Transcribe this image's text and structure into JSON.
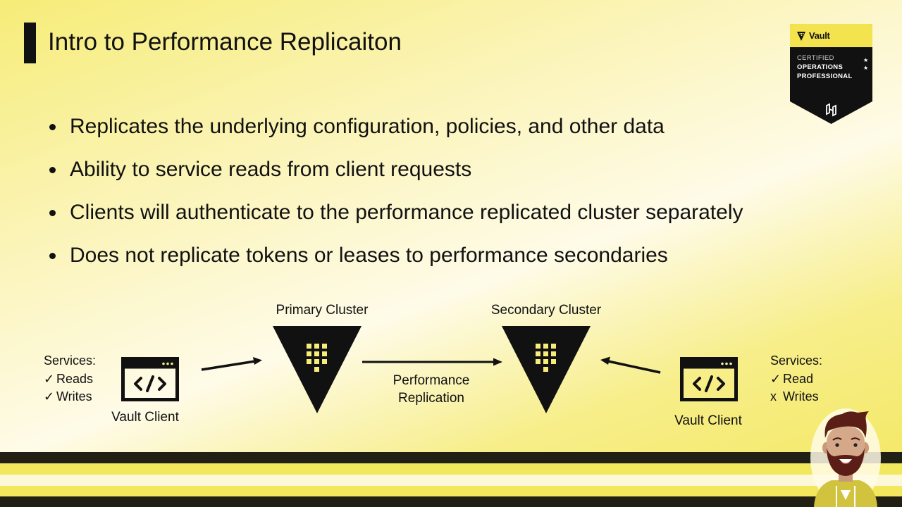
{
  "slide": {
    "title": "Intro to Performance Replicaiton",
    "bullets": [
      "Replicates the underlying configuration, policies, and other data",
      "Ability to service reads from client requests",
      "Clients will authenticate to the performance replicated cluster separately",
      "Does not replicate tokens or leases to performance secondaries"
    ]
  },
  "badge": {
    "brand": "Vault",
    "line1": "CERTIFIED",
    "line2": "OPERATIONS",
    "line3": "PROFESSIONAL",
    "colors": {
      "top": "#f2e34f",
      "body": "#111111"
    }
  },
  "diagram": {
    "left_client": {
      "services_heading": "Services:",
      "services": [
        {
          "mark": "✓",
          "label": "Reads"
        },
        {
          "mark": "✓",
          "label": "Writes"
        }
      ],
      "label": "Vault Client"
    },
    "primary": {
      "label": "Primary Cluster"
    },
    "replication": {
      "line1": "Performance",
      "line2": "Replication"
    },
    "secondary": {
      "label": "Secondary Cluster"
    },
    "right_client": {
      "services_heading": "Services:",
      "services": [
        {
          "mark": "✓",
          "label": "Read"
        },
        {
          "mark": "x",
          "label": "Writes"
        }
      ],
      "label": "Vault Client"
    }
  },
  "theme": {
    "accent_yellow": "#f3e75e",
    "dark": "#221f15",
    "light_stripe": "#fdf8d8"
  }
}
